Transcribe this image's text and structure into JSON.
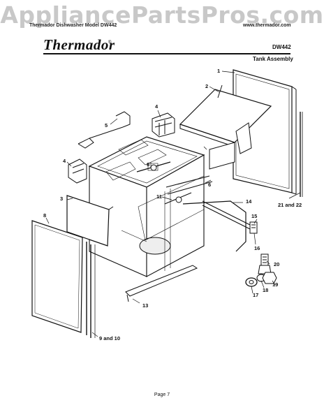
{
  "watermark": "AppliancePartsPros.com",
  "header": {
    "left_text": "Thermador Dishwasher Model DW442",
    "right_text": "www.thermador.com",
    "brand": "Thermador",
    "brand_mark": "®",
    "model": "DW442",
    "section": "Tank Assembly"
  },
  "callouts": {
    "c1": "1",
    "c2": "2",
    "c3": "3",
    "c4a": "4",
    "c4b": "4",
    "c5": "5",
    "c6a": "6",
    "c6b": "6",
    "c8": "8",
    "c11": "11",
    "c13": "13",
    "c14": "14",
    "c15": "15",
    "c16": "16",
    "c17": "17",
    "c18": "18",
    "c19": "19",
    "c20": "20",
    "c21": "21 and 22",
    "c9": "9 and 10"
  },
  "footer": {
    "page": "Page 7"
  }
}
